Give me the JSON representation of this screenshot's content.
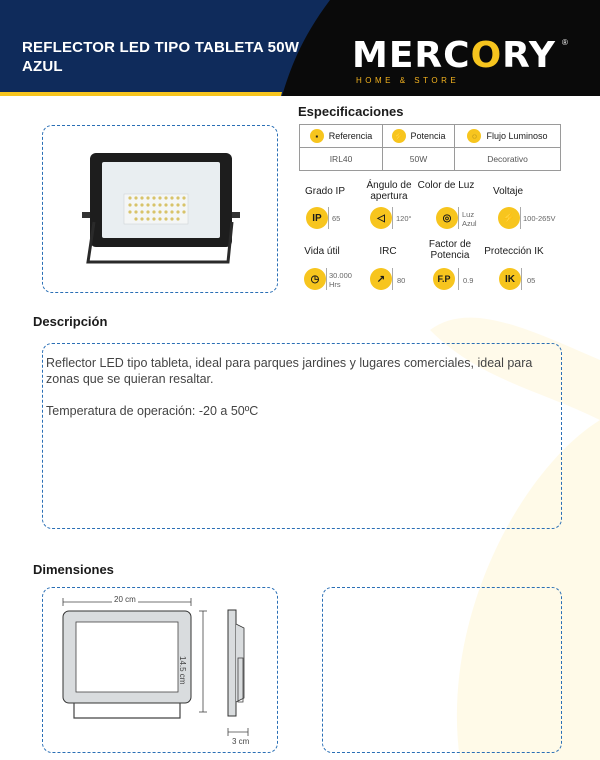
{
  "header": {
    "title": "REFLECTOR LED TIPO TABLETA 50W AZUL",
    "brand": {
      "pre": "MERC",
      "o": "O",
      "post": "RY",
      "reg": "®",
      "sub": "HOME & STORE"
    },
    "colors": {
      "navy": "#0f2b5b",
      "black": "#0a0a0a",
      "gold": "#f7c51e"
    }
  },
  "specs": {
    "title": "Especificaciones",
    "table": {
      "headers": [
        "Referencia",
        "Potencia",
        "Flujo Luminoso"
      ],
      "values": [
        "IRL40",
        "50W",
        "Decorativo"
      ]
    },
    "features": [
      {
        "label": "Grado IP",
        "icon": "ip-icon",
        "icon_text": "IP",
        "value": "65"
      },
      {
        "label": "Ángulo de apertura",
        "icon": "angle-icon",
        "icon_text": "◁",
        "value": "120°"
      },
      {
        "label": "Color de Luz",
        "icon": "color-icon",
        "icon_text": "◎",
        "value": "Luz Azul"
      },
      {
        "label": "Voltaje",
        "icon": "voltage-icon",
        "icon_text": "⚡",
        "value": "100-265V"
      },
      {
        "label": "Vida útil",
        "icon": "clock-icon",
        "icon_text": "◷",
        "value": "30.000 Hrs"
      },
      {
        "label": "IRC",
        "icon": "irc-icon",
        "icon_text": "↗",
        "value": "80"
      },
      {
        "label": "Factor de Potencia",
        "icon": "fp-icon",
        "icon_text": "F.P",
        "value": "0.9"
      },
      {
        "label": "Protección IK",
        "icon": "ik-icon",
        "icon_text": "IK",
        "value": "05"
      }
    ]
  },
  "description": {
    "title": "Descripción",
    "line1": "Reflector LED tipo tableta, ideal para parques jardines y lugares comerciales, ideal para zonas que se quieran resaltar.",
    "line2": "Temperatura de operación: -20 a 50ºC"
  },
  "dimensions": {
    "title": "Dimensiones",
    "width": "20 cm",
    "height": "14.5 cm",
    "depth": "3 cm"
  }
}
